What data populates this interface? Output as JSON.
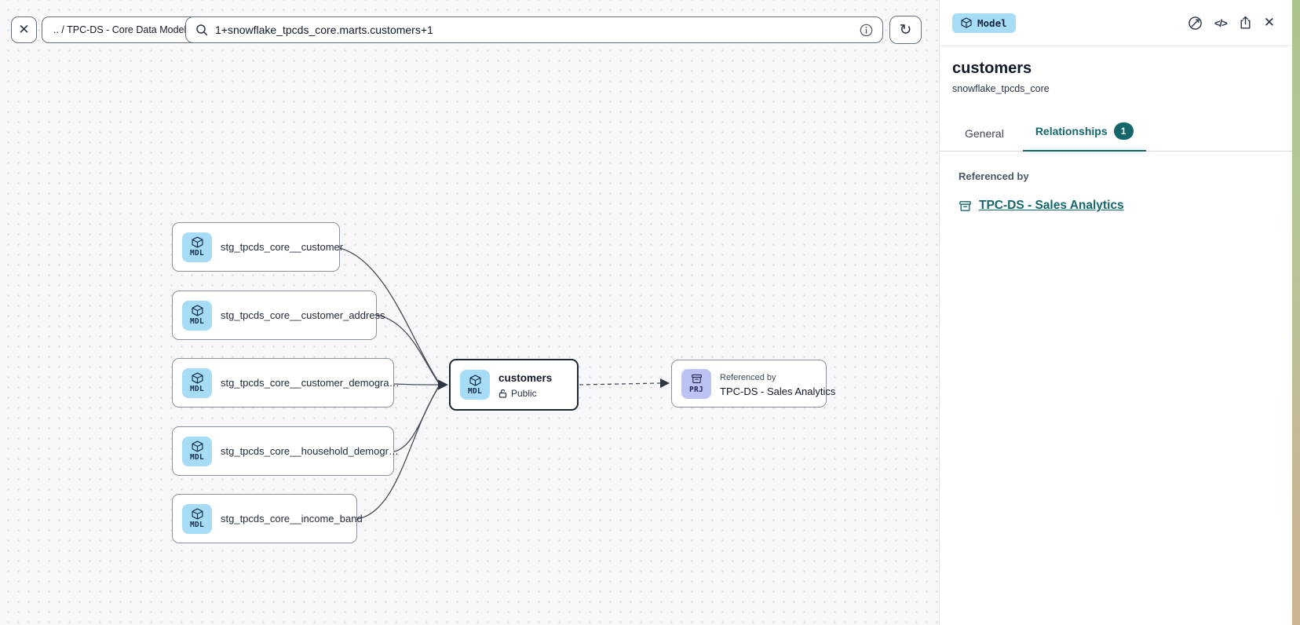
{
  "toolbar": {
    "close_icon": "✕",
    "breadcrumb": ".. / TPC-DS - Core Data Models",
    "search_value": "1+snowflake_tpcds_core.marts.customers+1",
    "refresh_icon": "↻"
  },
  "canvas": {
    "nodes": [
      {
        "chip": "MDL",
        "label": "stg_tpcds_core__customer"
      },
      {
        "chip": "MDL",
        "label": "stg_tpcds_core__customer_address"
      },
      {
        "chip": "MDL",
        "label": "stg_tpcds_core__customer_demogra…"
      },
      {
        "chip": "MDL",
        "label": "stg_tpcds_core__household_demogr…"
      },
      {
        "chip": "MDL",
        "label": "stg_tpcds_core__income_band"
      }
    ],
    "selected_node": {
      "chip": "MDL",
      "label": "customers",
      "visibility": "Public"
    },
    "referenced_node": {
      "chip": "PRJ",
      "kicker": "Referenced by",
      "label": "TPC-DS - Sales Analytics"
    }
  },
  "panel": {
    "type_badge": "Model",
    "code_icon": "</>",
    "title": "customers",
    "subtitle": "snowflake_tpcds_core",
    "tabs": [
      {
        "label": "General"
      },
      {
        "label": "Relationships",
        "badge": "1"
      }
    ],
    "referenced_by_label": "Referenced by",
    "referenced_by_link": "TPC-DS - Sales Analytics"
  },
  "colors": {
    "accent_teal": "#14666b",
    "model_chip_bg": "#a6dcf5",
    "project_chip_bg": "#bcc3f2",
    "canvas_bg": "#f8f8fa",
    "selected_border": "#1f2735"
  }
}
